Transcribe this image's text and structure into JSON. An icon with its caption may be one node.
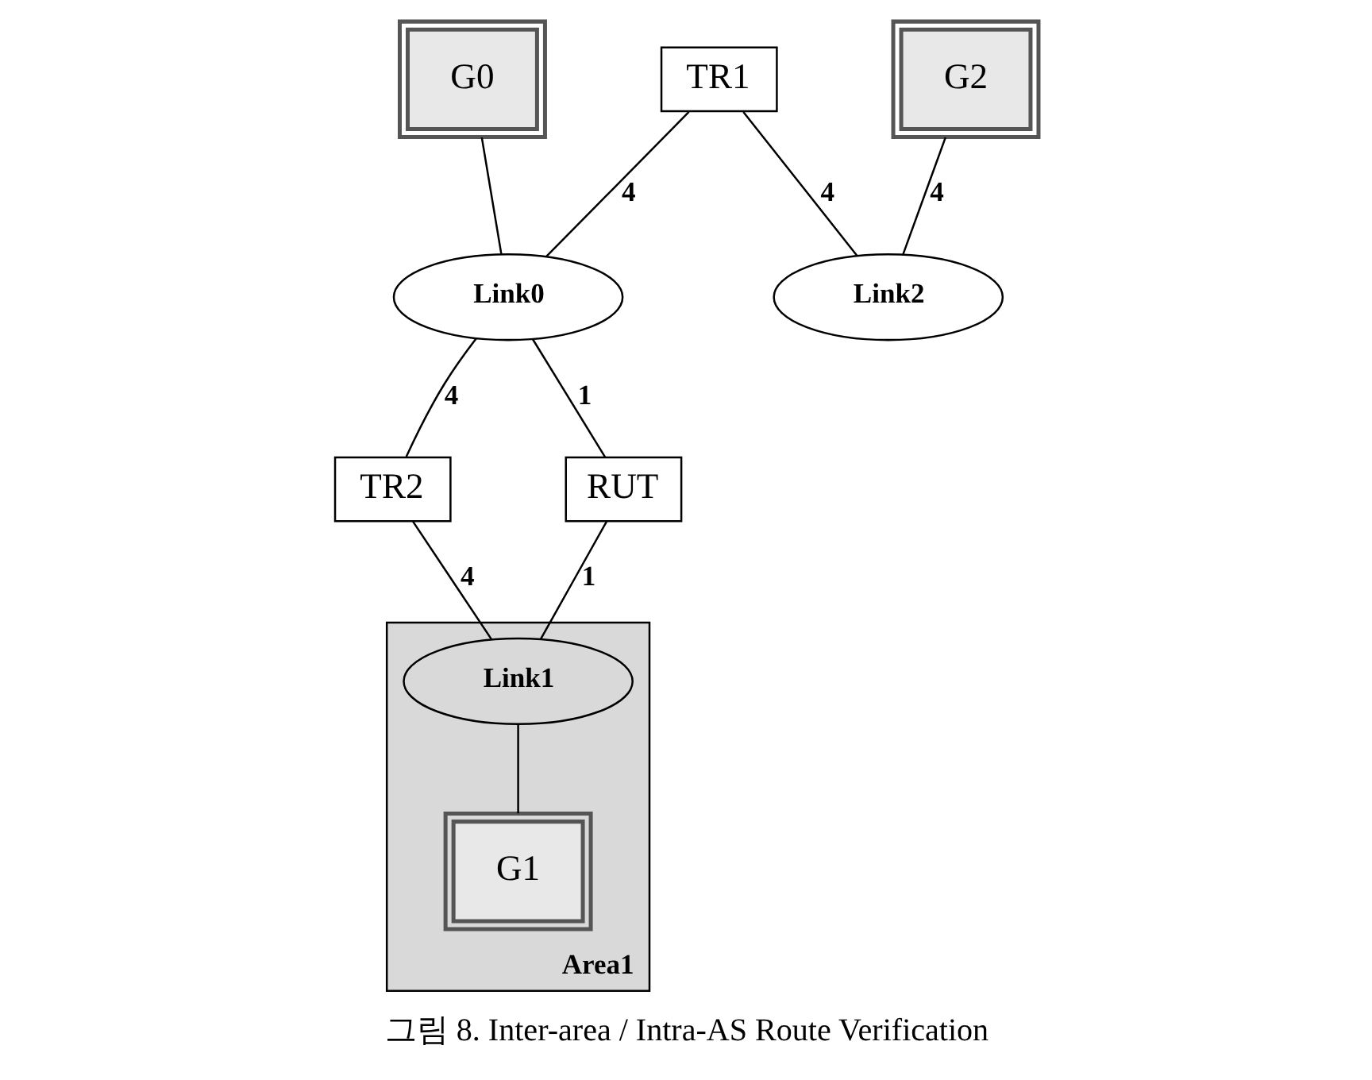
{
  "diagram": {
    "caption": "그림 8. Inter-area / Intra-AS Route Verification",
    "nodes": [
      {
        "text": [
          "G0"
        ]
      },
      {
        "text": [
          "TR1"
        ]
      },
      {
        "text": [
          "G2"
        ]
      },
      {
        "text": [
          "Link0"
        ]
      },
      {
        "text": [
          "Link2"
        ]
      },
      {
        "text": [
          "TR2"
        ]
      },
      {
        "text": [
          "RUT"
        ]
      },
      {
        "text": [
          "Area1"
        ]
      },
      {
        "text": [
          "Link1"
        ],
        "in": 7
      },
      {
        "text": [
          "G1"
        ],
        "in": 7
      }
    ],
    "edges": [
      {
        "from": 0,
        "to": 3,
        "arrow": "none"
      },
      {
        "from": 1,
        "to": 3,
        "arrow": "none",
        "label": "4"
      },
      {
        "from": 1,
        "to": 4,
        "arrow": "none",
        "label": "4"
      },
      {
        "from": 2,
        "to": 4,
        "arrow": "none",
        "label": "4"
      },
      {
        "from": 3,
        "to": 5,
        "arrow": "none",
        "label": "4"
      },
      {
        "from": 3,
        "to": 6,
        "arrow": "none",
        "label": "1"
      },
      {
        "from": 5,
        "to": 8,
        "arrow": "none",
        "label": "4"
      },
      {
        "from": 6,
        "to": 8,
        "arrow": "none",
        "label": "1"
      },
      {
        "from": 8,
        "to": 9,
        "arrow": "none"
      }
    ]
  }
}
